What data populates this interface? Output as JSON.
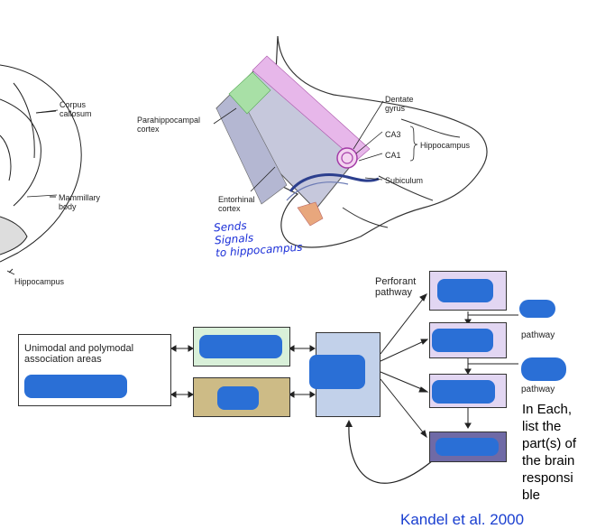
{
  "left_panel": {
    "label_corpus": "Corpus\ncallosum",
    "label_mammillary": "Mammillary\nbody",
    "label_hippocampus": "Hippocampus"
  },
  "center_panel": {
    "label_parahippocampal": "Parahippocampal\ncortex",
    "label_entorhinal": "Entorhinal\ncortex",
    "label_dentate": "Dentate\ngyrus",
    "label_ca3": "CA3",
    "label_ca1": "CA1",
    "label_hippocampus": "Hippocampus",
    "label_subiculum": "Subiculum",
    "handwritten_note": "Sends\nSignals\nto hippocampus"
  },
  "flow": {
    "source_box_label": "Unimodal and polymodal\nassociation areas",
    "perforant_label": "Perforant\npathway",
    "pathway_label_1": "pathway",
    "pathway_label_2": "pathway"
  },
  "instruction_note": "In Each,\nlist the\npart(s) of\nthe brain\nresponsi\nble",
  "credit": "Kandel et al. 2000",
  "colors": {
    "redaction_blue": "#2a6fd6",
    "handwriting_blue": "#1a2ed8",
    "box_green": "#d9f0d9",
    "box_tan": "#cdbb86",
    "box_blue": "#c2d1ea",
    "box_lilac": "#e2d6f2",
    "box_dark": "#6f6aa6"
  }
}
